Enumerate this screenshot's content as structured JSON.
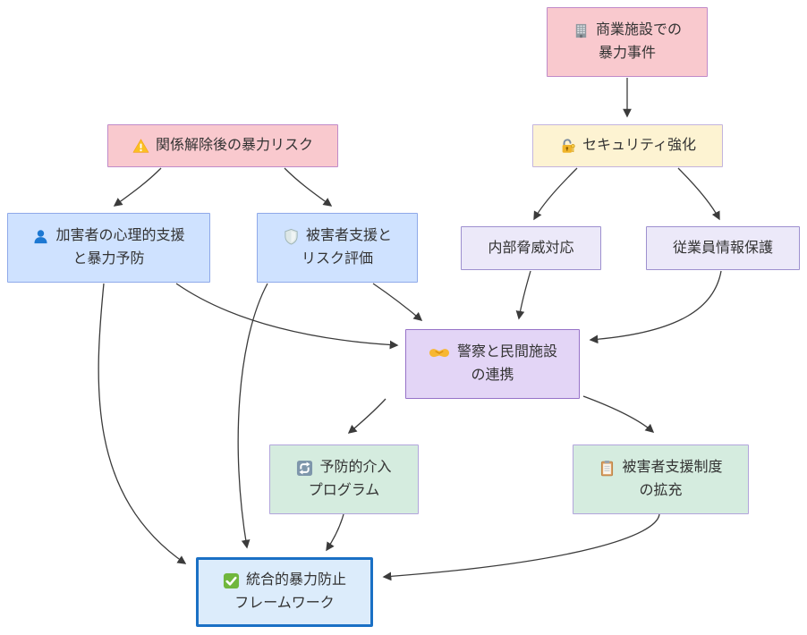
{
  "diagram": {
    "type": "flowchart",
    "background": "#ffffff",
    "edge_color": "#3b3b3b",
    "text_color": "#333333",
    "nodes": {
      "incident": {
        "icon": "building-icon",
        "lines": [
          "商業施設での",
          "暴力事件"
        ],
        "fill": "#f9c9ce",
        "border": "#c08bc9"
      },
      "risk": {
        "icon": "warning-icon",
        "lines": [
          "関係解除後の暴力リスク",
          ""
        ],
        "fill": "#f9c9ce",
        "border": "#c08bc9"
      },
      "security": {
        "icon": "lock-icon",
        "lines": [
          "セキュリティ強化",
          ""
        ],
        "fill": "#fdf3d2",
        "border": "#c3b4de"
      },
      "perpetrator": {
        "icon": "person-icon",
        "lines": [
          "加害者の心理的支援",
          "と暴力予防"
        ],
        "fill": "#cfe2ff",
        "border": "#8fa9e9"
      },
      "victim_support": {
        "icon": "shield-icon",
        "lines": [
          "被害者支援と",
          "リスク評価"
        ],
        "fill": "#cfe2ff",
        "border": "#8fa9e9"
      },
      "insider": {
        "icon": "",
        "lines": [
          "内部脅威対応",
          ""
        ],
        "fill": "#ece9f9",
        "border": "#9d90cf"
      },
      "employee": {
        "icon": "",
        "lines": [
          "従業員情報保護",
          ""
        ],
        "fill": "#ece9f9",
        "border": "#9d90cf"
      },
      "police": {
        "icon": "handshake-icon",
        "lines": [
          "警察と民間施設",
          "の連携"
        ],
        "fill": "#e3d5f6",
        "border": "#9672c8"
      },
      "prevention": {
        "icon": "cycle-icon",
        "lines": [
          "予防的介入",
          "プログラム"
        ],
        "fill": "#d5ecdf",
        "border": "#b2a5dc"
      },
      "victim_system": {
        "icon": "clipboard-icon",
        "lines": [
          "被害者支援制度",
          "の拡充"
        ],
        "fill": "#d5ecdf",
        "border": "#b2a5dc"
      },
      "framework": {
        "icon": "check-icon",
        "lines": [
          "統合的暴力防止",
          "フレームワーク"
        ],
        "fill": "#dcecfb",
        "border": "#1a70c5"
      }
    },
    "edges": [
      {
        "from": "商業施設での暴力事件",
        "to": "セキュリティ強化"
      },
      {
        "from": "関係解除後の暴力リスク",
        "to": "加害者の心理的支援と暴力予防"
      },
      {
        "from": "関係解除後の暴力リスク",
        "to": "被害者支援とリスク評価"
      },
      {
        "from": "セキュリティ強化",
        "to": "内部脅威対応"
      },
      {
        "from": "セキュリティ強化",
        "to": "従業員情報保護"
      },
      {
        "from": "加害者の心理的支援と暴力予防",
        "to": "警察と民間施設の連携"
      },
      {
        "from": "被害者支援とリスク評価",
        "to": "警察と民間施設の連携"
      },
      {
        "from": "内部脅威対応",
        "to": "警察と民間施設の連携"
      },
      {
        "from": "従業員情報保護",
        "to": "警察と民間施設の連携"
      },
      {
        "from": "警察と民間施設の連携",
        "to": "予防的介入プログラム"
      },
      {
        "from": "警察と民間施設の連携",
        "to": "被害者支援制度の拡充"
      },
      {
        "from": "予防的介入プログラム",
        "to": "統合的暴力防止フレームワーク"
      },
      {
        "from": "被害者支援制度の拡充",
        "to": "統合的暴力防止フレームワーク"
      },
      {
        "from": "加害者の心理的支援と暴力予防",
        "to": "統合的暴力防止フレームワーク"
      },
      {
        "from": "被害者支援とリスク評価",
        "to": "統合的暴力防止フレームワーク"
      }
    ]
  }
}
